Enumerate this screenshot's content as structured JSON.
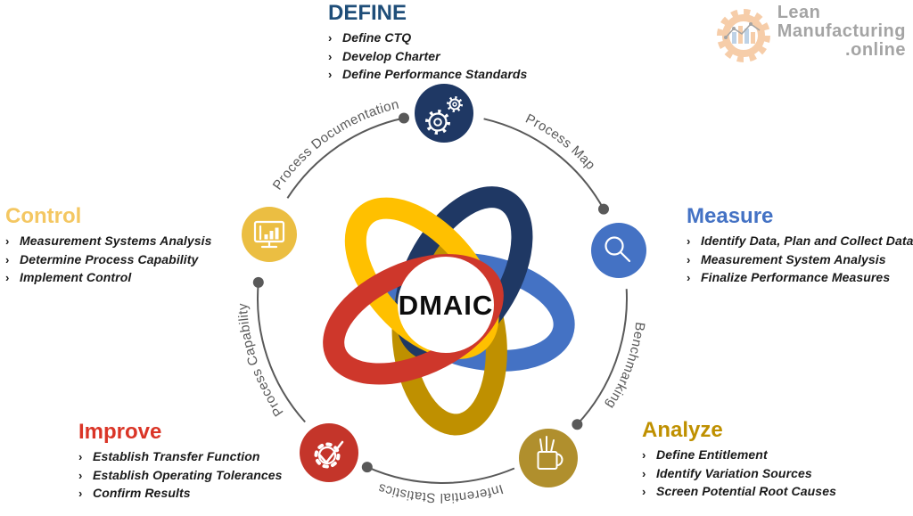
{
  "brand": {
    "line1": "Lean",
    "line2": "Manufacturing",
    "line3": ".online"
  },
  "center_label": "DMAIC",
  "bullet_char": "›",
  "palette": {
    "navy": "#1F3864",
    "blue": "#4472C4",
    "gold": "#BF9000",
    "red": "#CE372B",
    "yellow": "#FFC000",
    "arc_gray": "#595959",
    "logo_gray": "#9D9D9D",
    "logo_orange": "#F6C9A2",
    "logo_blue": "#B9CFE4",
    "node_define": "#1F3864",
    "node_measure": "#4472C4",
    "node_analyze": "#B08F2D",
    "node_improve": "#C4352A",
    "node_control": "#EBBE42"
  },
  "phases": [
    {
      "key": "define",
      "label": "DEFINE",
      "color": "#1F4E79",
      "items": [
        "Define CTQ",
        "Develop Charter",
        "Define Performance Standards"
      ]
    },
    {
      "key": "measure",
      "label": "Measure",
      "color": "#4472C4",
      "items": [
        "Identify Data, Plan and Collect Data",
        "Measurement System Analysis",
        "Finalize Performance Measures"
      ]
    },
    {
      "key": "analyze",
      "label": "Analyze",
      "color": "#BF9000",
      "items": [
        "Define Entitlement",
        "Identify Variation Sources",
        "Screen Potential Root Causes"
      ]
    },
    {
      "key": "improve",
      "label": "Improve",
      "color": "#DA3527",
      "items": [
        "Establish Transfer Function",
        "Establish Operating Tolerances",
        "Confirm Results"
      ]
    },
    {
      "key": "control",
      "label": "Control",
      "color": "#F4C762",
      "items": [
        "Measurement Systems Analysis",
        "Determine Process Capability",
        "Implement Control"
      ]
    }
  ],
  "links": [
    {
      "label": "Process Map",
      "from": "Define",
      "to": "Measure"
    },
    {
      "label": "Benchmarking",
      "from": "Measure",
      "to": "Analyze"
    },
    {
      "label": "Inferential Statistics",
      "from": "Analyze",
      "to": "Improve"
    },
    {
      "label": "Process Capability",
      "from": "Improve",
      "to": "Control"
    },
    {
      "label": "Process Documentation",
      "from": "Control",
      "to": "Define"
    }
  ]
}
